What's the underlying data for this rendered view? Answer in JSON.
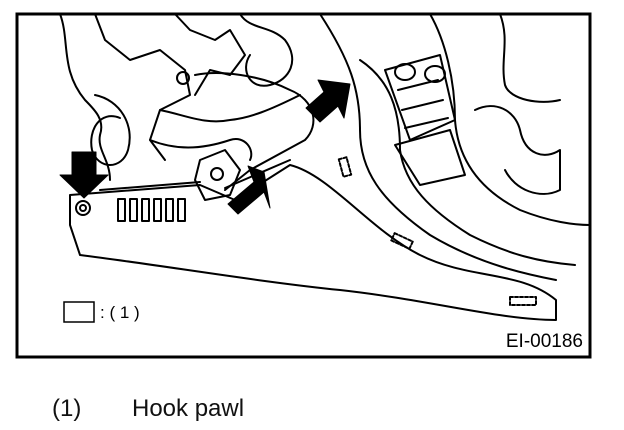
{
  "figure": {
    "figure_id": "EI-00186",
    "legend_ref": ": ( 1 )"
  },
  "caption": {
    "number": "(1)",
    "text": "Hook pawl"
  }
}
